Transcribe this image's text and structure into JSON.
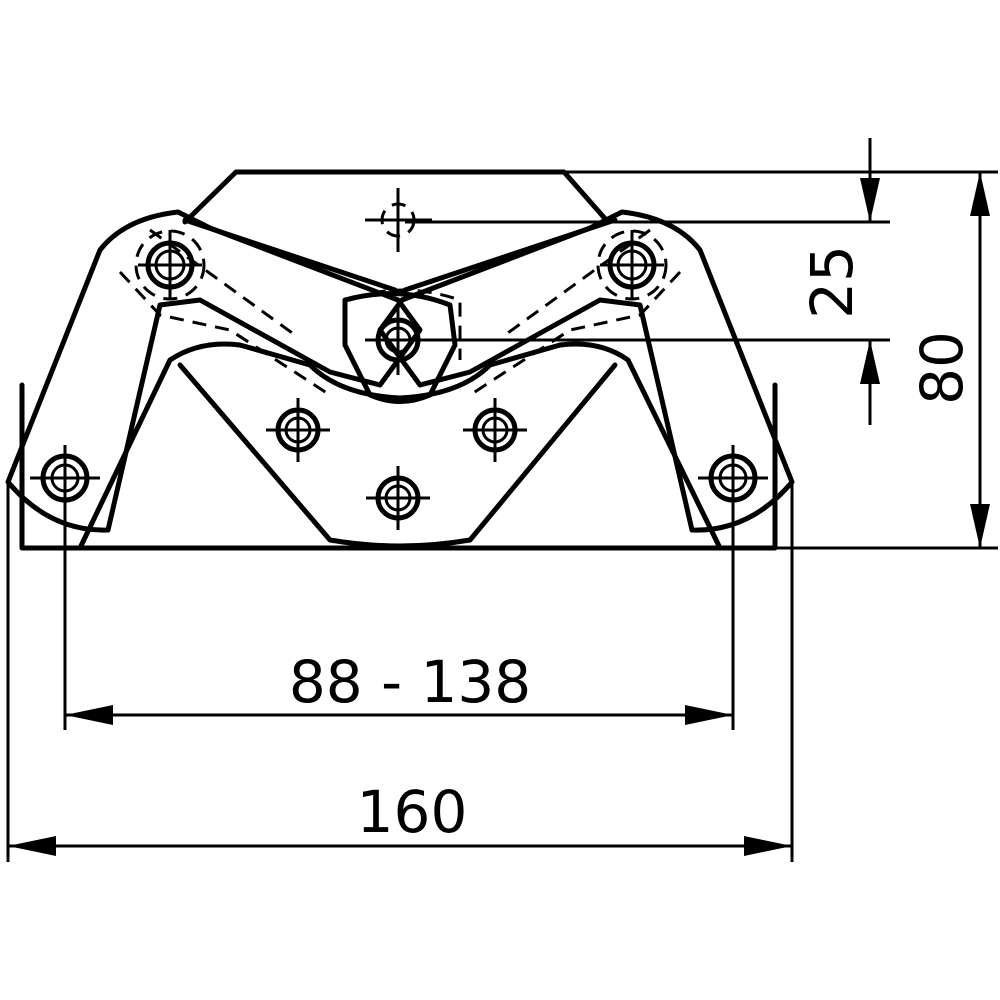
{
  "drawing": {
    "dimensions": {
      "top_offset": "25",
      "height": "80",
      "adjustable_span": "88 - 138",
      "overall_width": "160"
    }
  }
}
